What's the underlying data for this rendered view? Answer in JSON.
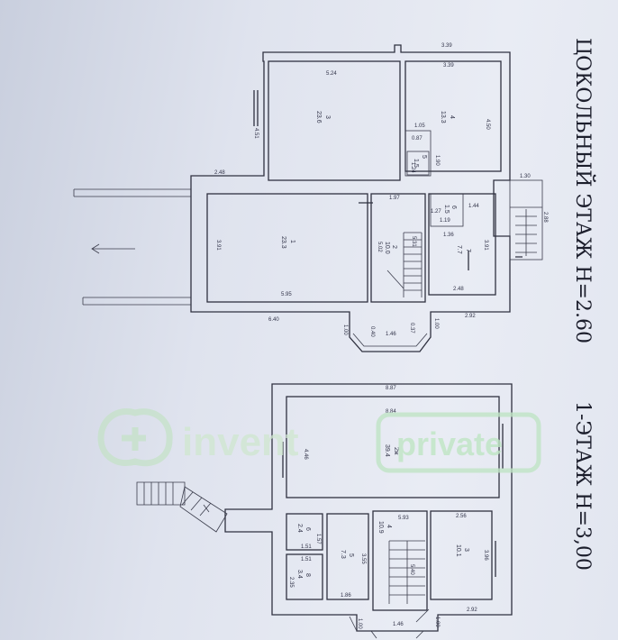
{
  "titles": {
    "basement": "ЦОКОЛЬНЫЙ ЭТАЖ  H=2.60",
    "first_floor": "1-ЭТАЖ  H=3,00"
  },
  "watermark": {
    "brand": "invent",
    "badge": "private",
    "accent": "#a8dcb0"
  },
  "basement": {
    "dims": {
      "top_outer": "3.39",
      "r4_top": "3.39",
      "r3_top": "5.24",
      "r3_side": "4.51",
      "r4_side": "4.50",
      "d105": "1.05",
      "d087": "0.87",
      "d190": "1.90",
      "d124": "1.24",
      "d130": "1.30",
      "d288": "2.88",
      "d248": "2.48",
      "d197": "1.97",
      "d144": "1.44",
      "d127": "1.27",
      "d119": "1.19",
      "d136": "1.36",
      "d531": "5.31",
      "d391a": "3.91",
      "d391b": "3.91",
      "d595": "5.95",
      "d248b": "2.48",
      "d640": "6.40",
      "d100a": "1.00",
      "d100b": "1.00",
      "d292": "2.92",
      "d040": "0.40",
      "d146": "1.46",
      "d037": "0.37"
    },
    "rooms": {
      "r1_num": "1",
      "r1_area": "23.3",
      "r2_num": "2",
      "r2_area": "10.0",
      "r2_extra": "5.02",
      "r3_num": "3",
      "r3_area": "23.6",
      "r4_num": "4",
      "r4_area": "13.3",
      "r5_num": "5",
      "r5_area": "1.5",
      "r6_num": "6",
      "r6_area": "1.5",
      "r7_num": "7",
      "r7_area": "7.7"
    }
  },
  "first_floor": {
    "dims": {
      "top": "8.87",
      "inner_top": "8.84",
      "side": "4.46",
      "d593": "5.93",
      "d256": "2.56",
      "d396": "3.96",
      "d157": "1.57",
      "d151a": "1.51",
      "d151b": "1.51",
      "d235": "2.35",
      "d186": "1.86",
      "d355": "3.55",
      "d540": "5.40",
      "d100a": "1.00",
      "d100b": "1.00",
      "d146": "1.46",
      "d292": "2.92"
    },
    "rooms": {
      "r2_num": "2ж",
      "r2_area": "39.4",
      "r3_num": "3",
      "r3_area": "10.1",
      "r4_num": "4",
      "r4_area": "10.9",
      "r5_num": "5",
      "r5_area": "7.3",
      "r6_num": "6",
      "r6_area": "2.4",
      "r8_num": "8",
      "r8_area": "3.4"
    }
  }
}
